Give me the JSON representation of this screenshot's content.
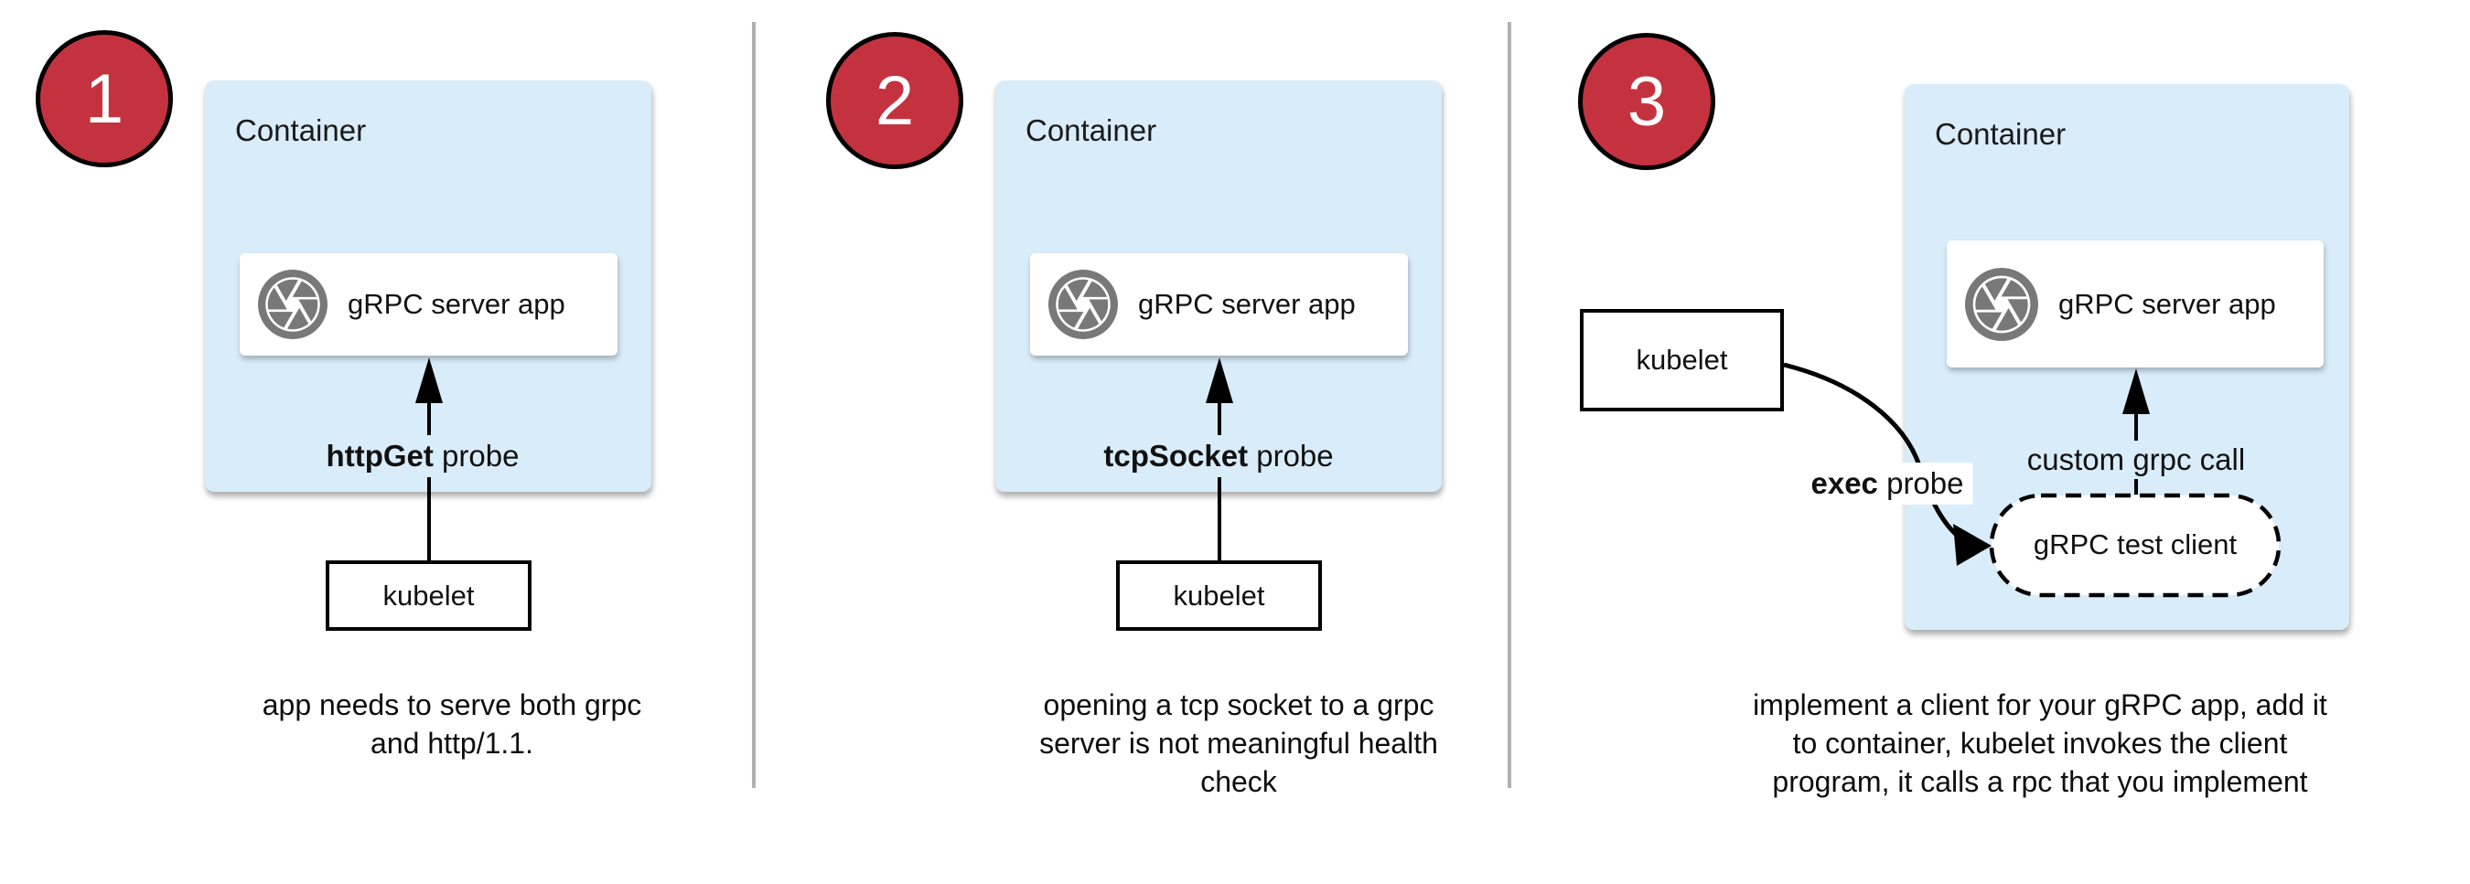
{
  "colors": {
    "accent_red": "#c5323f",
    "container_blue": "#d9ecf9",
    "divider_gray": "#b1b1b1",
    "icon_gray": "#787878",
    "arrow_black": "#000000"
  },
  "panels": [
    {
      "number": "1",
      "container_label": "Container",
      "app_label": "gRPC server app",
      "app_icon": "shutter-aperture-icon",
      "probe_bold": "httpGet",
      "probe_rest": " probe",
      "kubelet_label": "kubelet",
      "caption_lines": [
        "app needs to serve both grpc",
        "and http/1.1."
      ]
    },
    {
      "number": "2",
      "container_label": "Container",
      "app_label": "gRPC server app",
      "app_icon": "shutter-aperture-icon",
      "probe_bold": "tcpSocket",
      "probe_rest": " probe",
      "kubelet_label": "kubelet",
      "caption_lines": [
        "opening a tcp socket to a grpc",
        "server is not meaningful health",
        "check"
      ]
    },
    {
      "number": "3",
      "container_label": "Container",
      "app_label": "gRPC server app",
      "app_icon": "shutter-aperture-icon",
      "probe_bold": "exec",
      "probe_rest": " probe",
      "kubelet_label": "kubelet",
      "call_label": "custom grpc call",
      "client_label": "gRPC test client",
      "caption_lines": [
        "implement a client for your gRPC app, add it",
        "to container, kubelet invokes the client",
        "program, it calls a rpc that you implement"
      ]
    }
  ]
}
